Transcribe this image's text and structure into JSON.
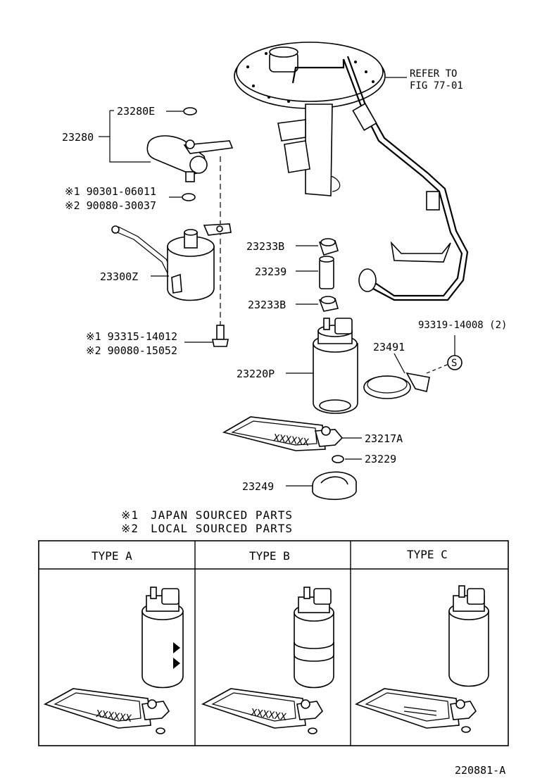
{
  "refer_note": [
    "REFER TO",
    "FIG 77-01"
  ],
  "parts": {
    "p23280": "23280",
    "p23280E": "23280E",
    "p90301": "※1 90301-06011",
    "p90080_30037": "※2 90080-30037",
    "p23300Z": "23300Z",
    "p93315": "※1 93315-14012",
    "p90080_15052": "※2 90080-15052",
    "p23233B_top": "23233B",
    "p23239": "23239",
    "p23233B_bot": "23233B",
    "p23220P": "23220P",
    "p23491": "23491",
    "p93319": "93319-14008 (2)",
    "s_mark": "S",
    "p23217A": "23217A",
    "p23229": "23229",
    "p23249": "23249"
  },
  "notes": [
    {
      "mark": "※1",
      "text": "JAPAN SOURCED PARTS"
    },
    {
      "mark": "※2",
      "text": "LOCAL SOURCED PARTS"
    }
  ],
  "types": [
    {
      "header": "TYPE A",
      "filter_text": "XXXXXX"
    },
    {
      "header": "TYPE B",
      "filter_text": "XXXXXX"
    },
    {
      "header": "TYPE C"
    }
  ],
  "main_filter_text": "XXXXXX",
  "figure_id": "220881-A"
}
